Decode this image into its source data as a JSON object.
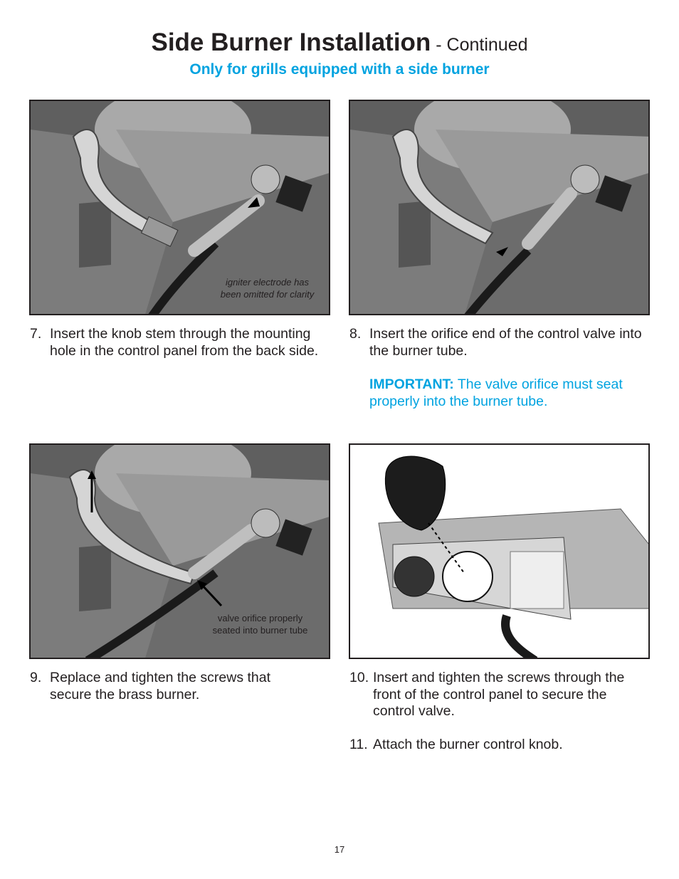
{
  "header": {
    "title": "Side Burner Installation",
    "title_suffix": " - Continued",
    "subtitle": "Only for grills equipped with a side burner"
  },
  "figures": {
    "fig1": {
      "caption_line1": "igniter electrode has",
      "caption_line2": "been omitted for clarity"
    },
    "fig3": {
      "caption_line1": "valve orifice properly",
      "caption_line2": "seated into burner tube"
    }
  },
  "steps": {
    "s7": {
      "num": "7.",
      "text": "Insert the knob stem through the mounting hole in the control panel from the back side."
    },
    "s8": {
      "num": "8.",
      "text": "Insert the orifice end of the control valve into the burner tube."
    },
    "important": {
      "label": "IMPORTANT:",
      "text": " The valve orifice must seat properly into the burner tube."
    },
    "s9": {
      "num": "9.",
      "text": "Replace and tighten the screws that secure the brass burner."
    },
    "s10": {
      "num": "10.",
      "text": "Insert and tighten the screws through the front of the control panel to secure the control valve."
    },
    "s11": {
      "num": "11.",
      "text": "Attach the burner control knob."
    }
  },
  "page_number": "17",
  "colors": {
    "accent": "#00a3e0",
    "text": "#231f20"
  }
}
